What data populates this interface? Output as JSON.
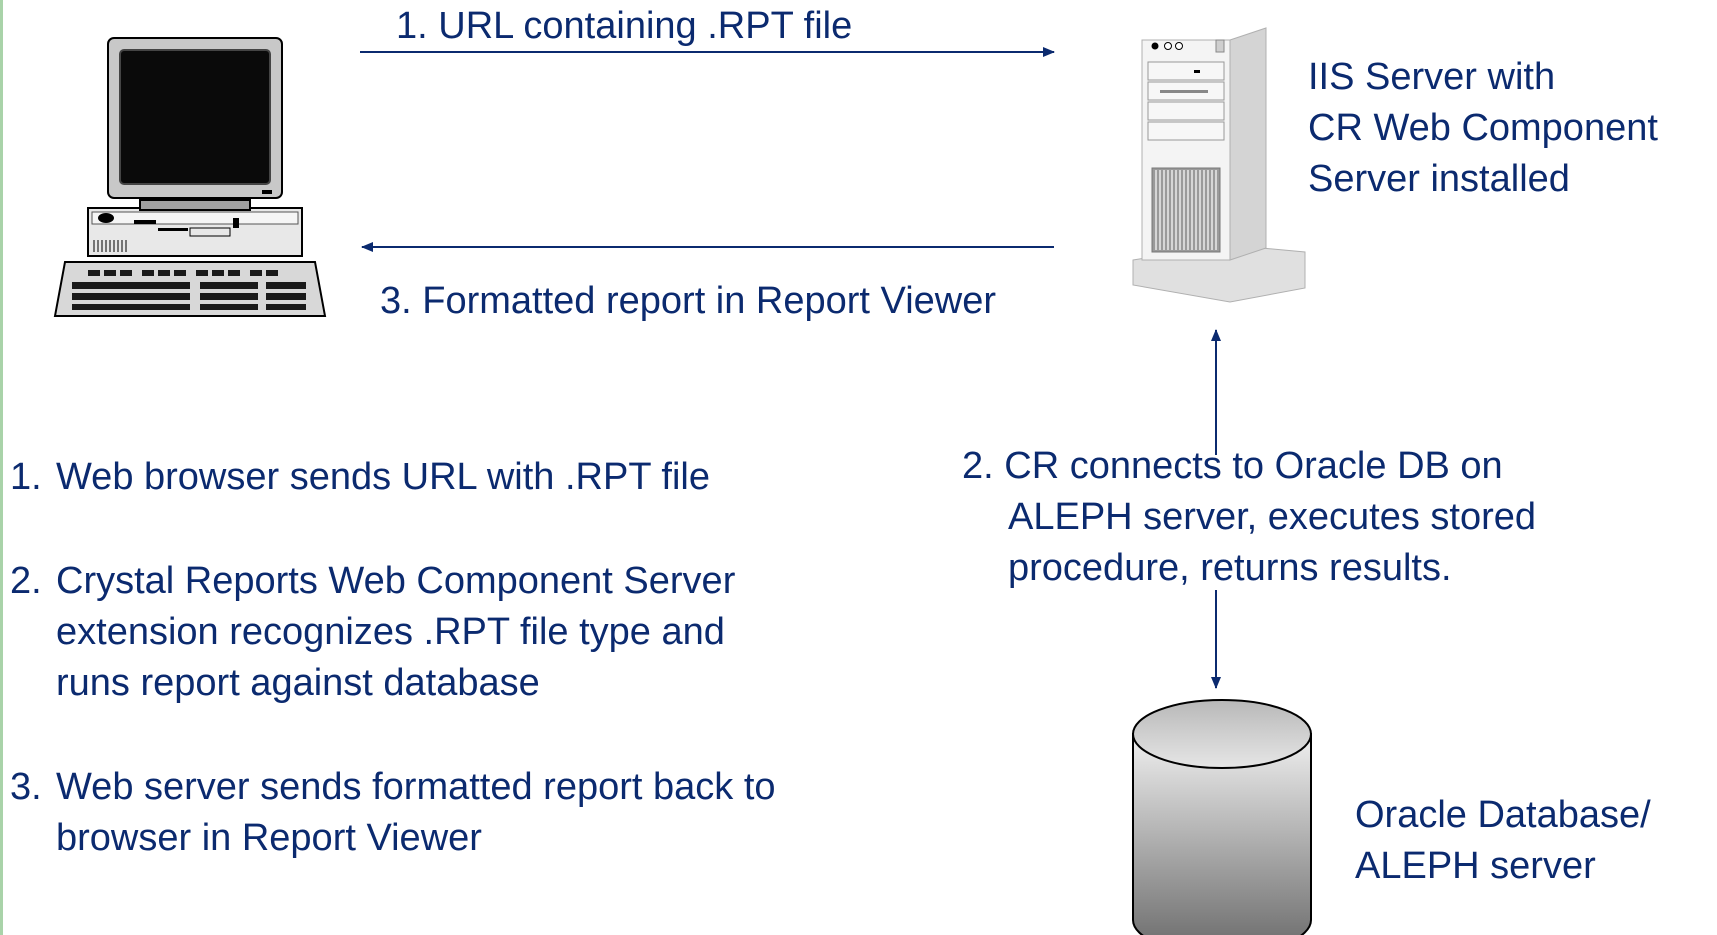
{
  "arrows": {
    "request_label": "1. URL containing .RPT file",
    "response_label": "3. Formatted report in Report Viewer",
    "db_label_lines": [
      "2. CR connects to Oracle DB on",
      "ALEPH server, executes stored",
      "procedure, returns results."
    ]
  },
  "nodes": {
    "server_label_lines": [
      "IIS Server with",
      "CR Web Component",
      "Server installed"
    ],
    "database_label_lines": [
      "Oracle Database/",
      "ALEPH server"
    ]
  },
  "steps": [
    {
      "number": "1.",
      "lines": [
        "Web browser sends URL with .RPT file"
      ]
    },
    {
      "number": "2.",
      "lines": [
        "Crystal Reports Web Component Server",
        "extension recognizes .RPT file type and",
        "runs report against database"
      ]
    },
    {
      "number": "3.",
      "lines": [
        "Web server sends formatted report back to",
        "browser in Report Viewer"
      ]
    }
  ],
  "colors": {
    "text": "#0b2a6f",
    "arrow": "#0b2a6f",
    "left_stripe": "#a9d3a9"
  },
  "icons": {
    "client": "desktop-computer-icon",
    "server": "tower-server-icon",
    "database": "database-cylinder-icon"
  }
}
